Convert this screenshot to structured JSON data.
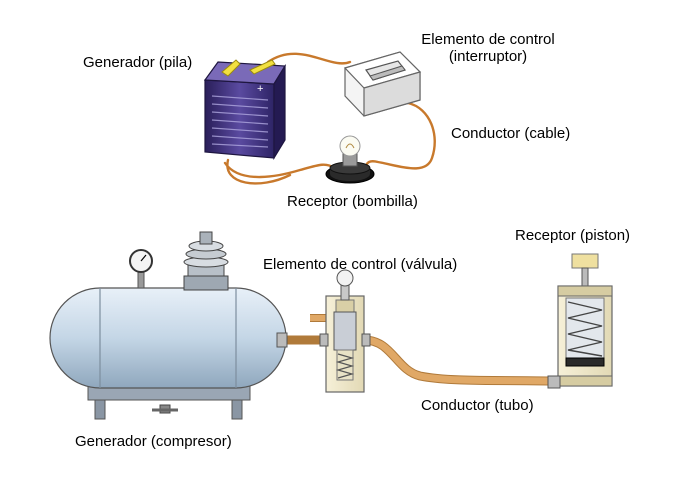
{
  "electric_circuit": {
    "generator_label": "Generador (pila)",
    "control_label_line1": "Elemento de control",
    "control_label_line2": "(interruptor)",
    "conductor_label": "Conductor (cable)",
    "receptor_label": "Receptor (bombilla)",
    "battery_terminal_symbol": "+"
  },
  "pneumatic_circuit": {
    "generator_label": "Generador (compresor)",
    "control_label": "Elemento de control (válvula)",
    "conductor_label": "Conductor (tubo)",
    "receptor_label": "Receptor (piston)"
  },
  "colors": {
    "wire": "#c8792c",
    "tube": "#e0a866",
    "battery": "#4a3a8a",
    "tank": "#c9d9e8"
  }
}
